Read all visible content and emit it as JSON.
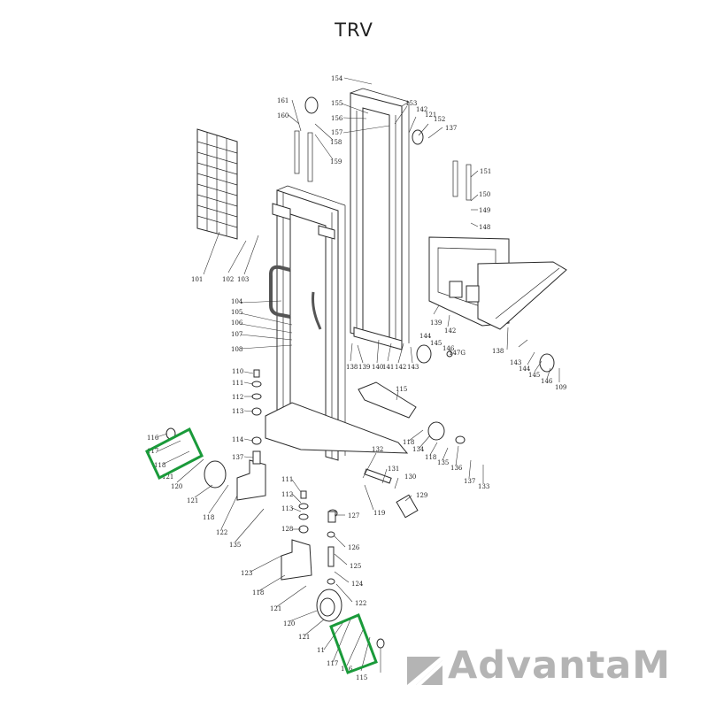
{
  "title": "TRV",
  "logo": {
    "text": "AdvantaM",
    "color": "#b4b4b4",
    "icon": "advantam-logo-icon"
  },
  "highlight_color": "#1a9a3a",
  "callouts": [
    "154",
    "155",
    "156",
    "157",
    "153",
    "142",
    "121",
    "152",
    "137",
    "161",
    "160",
    "158",
    "159",
    "151",
    "150",
    "149",
    "148",
    "101",
    "102",
    "103",
    "104",
    "105",
    "106",
    "107",
    "108",
    "138",
    "139",
    "140",
    "141",
    "142",
    "143",
    "144",
    "145",
    "146",
    "147G",
    "138",
    "139",
    "142",
    "143",
    "144",
    "145",
    "146",
    "109",
    "110",
    "111",
    "112",
    "113",
    "114",
    "137",
    "115",
    "116",
    "117",
    "118",
    "121",
    "120",
    "121",
    "118",
    "122",
    "135",
    "118",
    "134",
    "118",
    "135",
    "136",
    "137",
    "133",
    "132",
    "131",
    "130",
    "129",
    "119",
    "111",
    "112",
    "113",
    "128",
    "127",
    "126",
    "125",
    "124",
    "122",
    "123",
    "118",
    "121",
    "120",
    "121",
    "11",
    "117",
    "116",
    "115"
  ]
}
